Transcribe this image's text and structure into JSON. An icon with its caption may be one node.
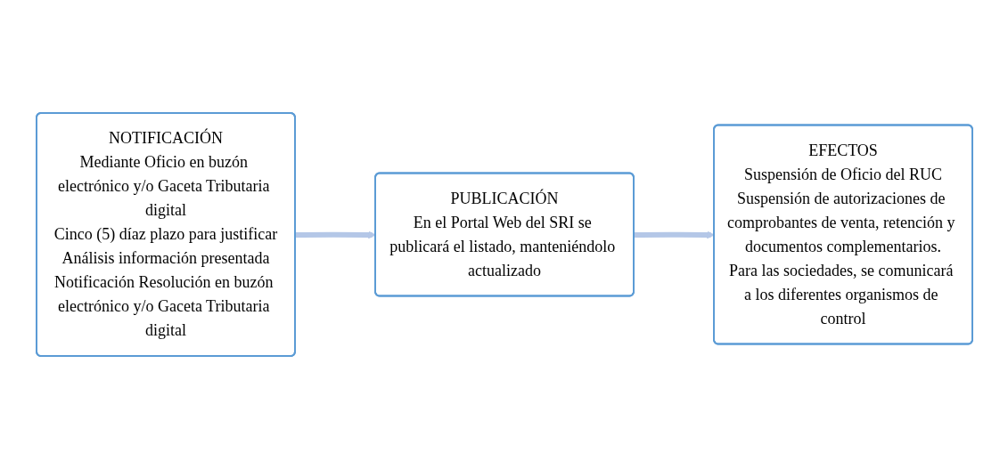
{
  "diagram": {
    "nodes": [
      {
        "text": [
          "NOTIFICACIÓN",
          "Mediante Oficio en buzón electrónico y/o Gaceta Tributaria digital",
          "Cinco (5) díaz plazo para justificar",
          "Análisis información presentada",
          "Notificación Resolución en buzón electrónico y/o Gaceta Tributaria digital"
        ]
      },
      {
        "text": [
          "PUBLICACIÓN",
          "En el Portal Web del SRI se publicará el listado, manteniéndolo actualizado"
        ]
      },
      {
        "text": [
          "EFECTOS",
          "Suspensión de Oficio del RUC",
          "Suspensión de autorizaciones de comprobantes de venta, retención y documentos complementarios.",
          "Para las sociedades, se comunicará a los diferentes organismos de control"
        ]
      }
    ],
    "edges": [
      {
        "from": 0,
        "to": 1,
        "arrow": "to"
      },
      {
        "from": 1,
        "to": 2,
        "arrow": "to"
      }
    ]
  }
}
